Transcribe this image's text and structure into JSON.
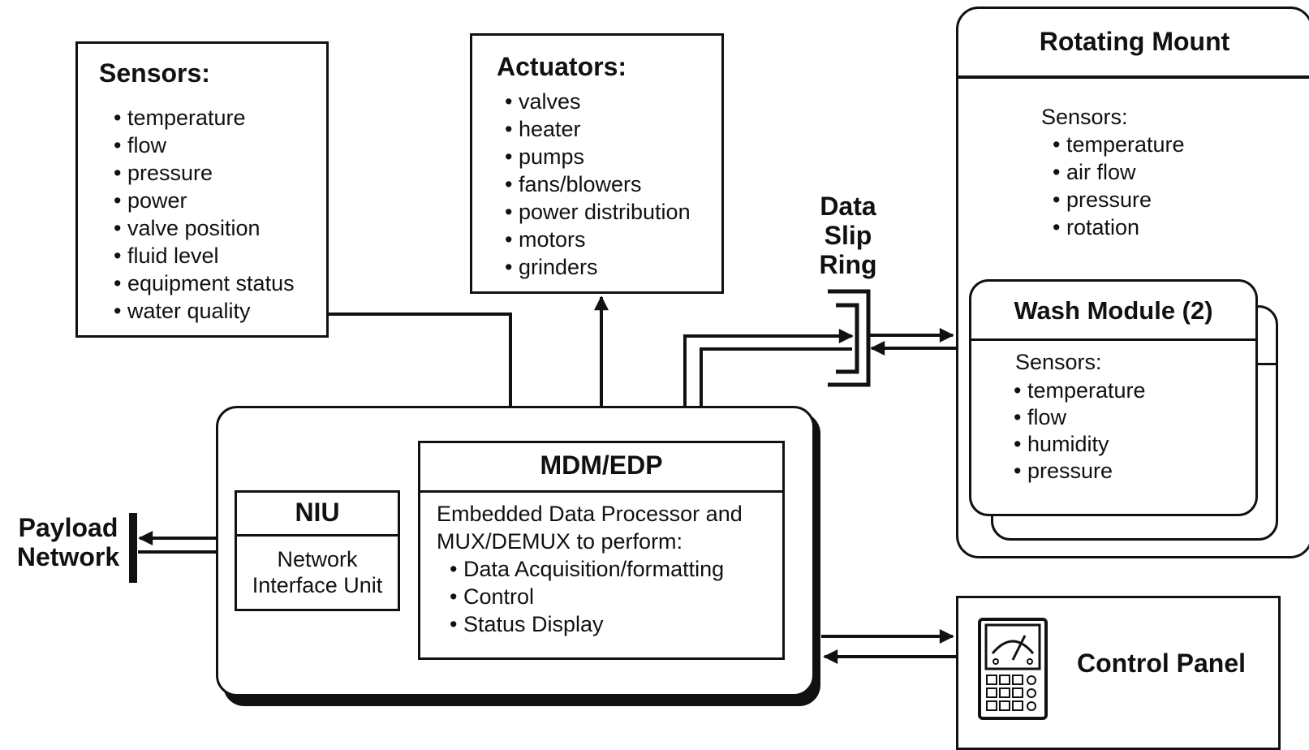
{
  "sensors": {
    "title": "Sensors:",
    "items": [
      "temperature",
      "flow",
      "pressure",
      "power",
      "valve position",
      "fluid level",
      "equipment status",
      "water quality"
    ]
  },
  "actuators": {
    "title": "Actuators:",
    "items": [
      "valves",
      "heater",
      "pumps",
      "fans/blowers",
      "power distribution",
      "motors",
      "grinders"
    ]
  },
  "slip_ring": {
    "lines": [
      "Data",
      "Slip",
      "Ring"
    ]
  },
  "rotating_mount": {
    "title": "Rotating Mount",
    "sensors_label": "Sensors:",
    "sensors": [
      "temperature",
      "air flow",
      "pressure",
      "rotation"
    ]
  },
  "wash_module": {
    "title": "Wash Module (2)",
    "sensors_label": "Sensors:",
    "sensors": [
      "temperature",
      "flow",
      "humidity",
      "pressure"
    ]
  },
  "payload_network": {
    "lines": [
      "Payload",
      "Network"
    ]
  },
  "niu": {
    "title": "NIU",
    "desc_lines": [
      "Network",
      "Interface Unit"
    ]
  },
  "mdm": {
    "title": "MDM/EDP",
    "desc_lines": [
      "Embedded Data Processor and",
      "MUX/DEMUX to perform:"
    ],
    "tasks": [
      "Data Acquisition/formatting",
      "Control",
      "Status Display"
    ]
  },
  "control_panel": {
    "title": "Control Panel"
  }
}
